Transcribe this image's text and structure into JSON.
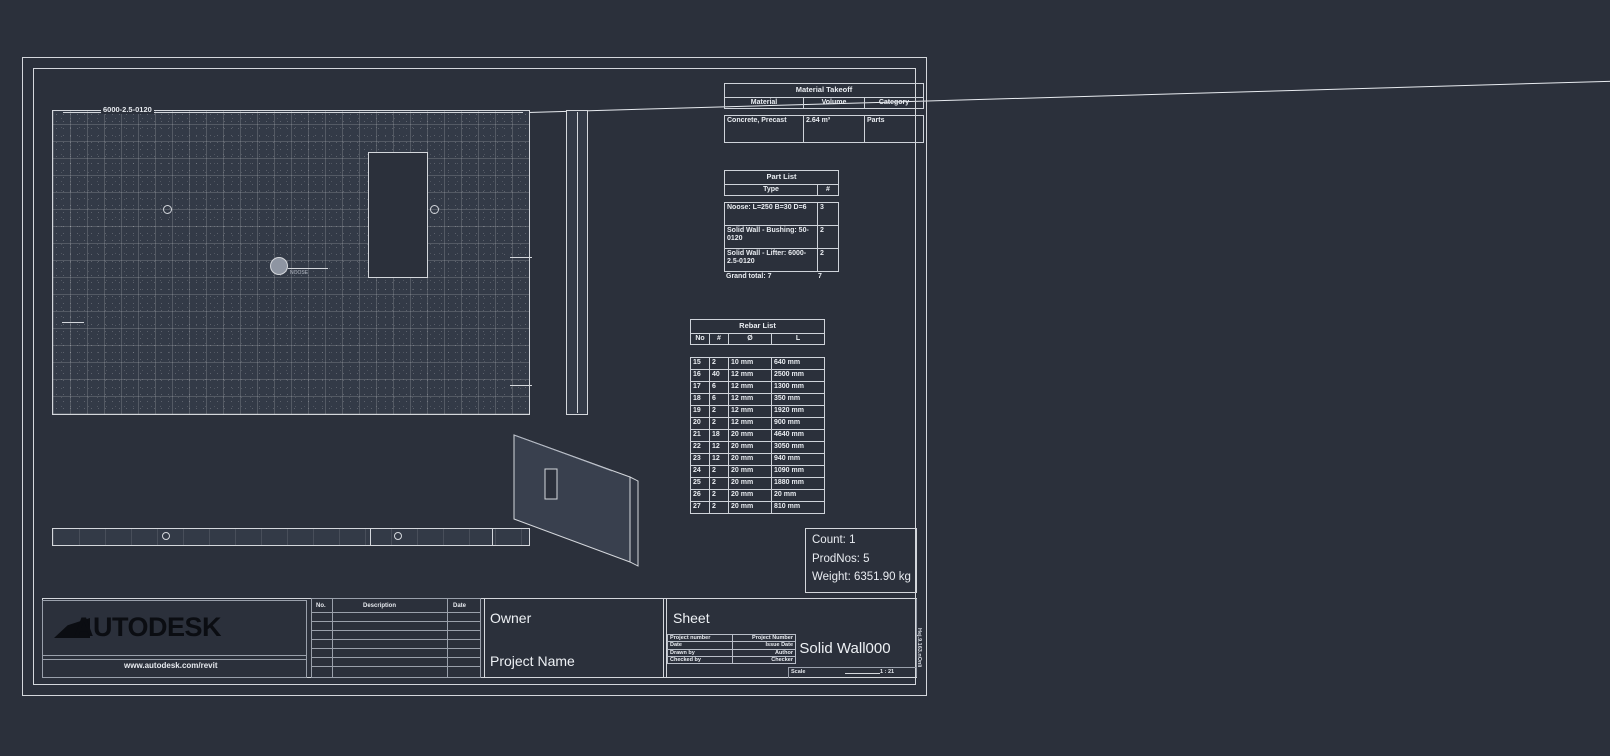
{
  "sheet": {
    "drawing_label": "6000-2.5-0120"
  },
  "material_takeoff": {
    "title": "Material Takeoff",
    "columns": [
      "Material",
      "Volume",
      "Category"
    ],
    "rows": [
      [
        "Concrete, Precast",
        "2.64 m³",
        "Parts"
      ]
    ]
  },
  "part_list": {
    "title": "Part List",
    "columns": [
      "Type",
      "#"
    ],
    "rows": [
      [
        "Noose: L=250 B=30 D=6",
        "3"
      ],
      [
        "Solid Wall - Bushing: 50-0120",
        "2"
      ],
      [
        "Solid Wall - Lifter: 6000-2.5-0120",
        "2"
      ]
    ],
    "total_label": "Grand total: 7",
    "total_value": "7"
  },
  "rebar_list": {
    "title": "Rebar List",
    "columns": [
      "No",
      "#",
      "Ø",
      "L"
    ],
    "rows": [
      [
        "15",
        "2",
        "10 mm",
        "640 mm"
      ],
      [
        "16",
        "40",
        "12 mm",
        "2500 mm"
      ],
      [
        "17",
        "6",
        "12 mm",
        "1300 mm"
      ],
      [
        "18",
        "6",
        "12 mm",
        "350 mm"
      ],
      [
        "19",
        "2",
        "12 mm",
        "1920 mm"
      ],
      [
        "20",
        "2",
        "12 mm",
        "900 mm"
      ],
      [
        "21",
        "18",
        "20 mm",
        "4640 mm"
      ],
      [
        "22",
        "12",
        "20 mm",
        "3050 mm"
      ],
      [
        "23",
        "12",
        "20 mm",
        "940 mm"
      ],
      [
        "24",
        "2",
        "20 mm",
        "1090 mm"
      ],
      [
        "25",
        "2",
        "20 mm",
        "1880 mm"
      ],
      [
        "26",
        "2",
        "20 mm",
        "20 mm"
      ],
      [
        "27",
        "2",
        "20 mm",
        "810 mm"
      ]
    ]
  },
  "summary": {
    "count": "Count: 1",
    "prodnos": "ProdNos: 5",
    "weight": "Weight: 6351.90 kg"
  },
  "titleblock": {
    "logo_text": "AUTODESK",
    "url": "www.autodesk.com/revit",
    "revisions": {
      "columns": [
        "No.",
        "Description",
        "Date"
      ]
    },
    "owner_label": "Owner",
    "project_label": "Project Name",
    "sheet_label": "Sheet",
    "fields": [
      {
        "label": "Project number",
        "value": "Project Number"
      },
      {
        "label": "Date",
        "value": "Issue Date"
      },
      {
        "label": "Drawn by",
        "value": "Author"
      },
      {
        "label": "Checked by",
        "value": "Checker"
      }
    ],
    "scale_label": "Scale",
    "scale_value": "1 : 21",
    "sheet_name": "Solid Wall000",
    "side_text": "Hej.9.163.nOnli"
  }
}
